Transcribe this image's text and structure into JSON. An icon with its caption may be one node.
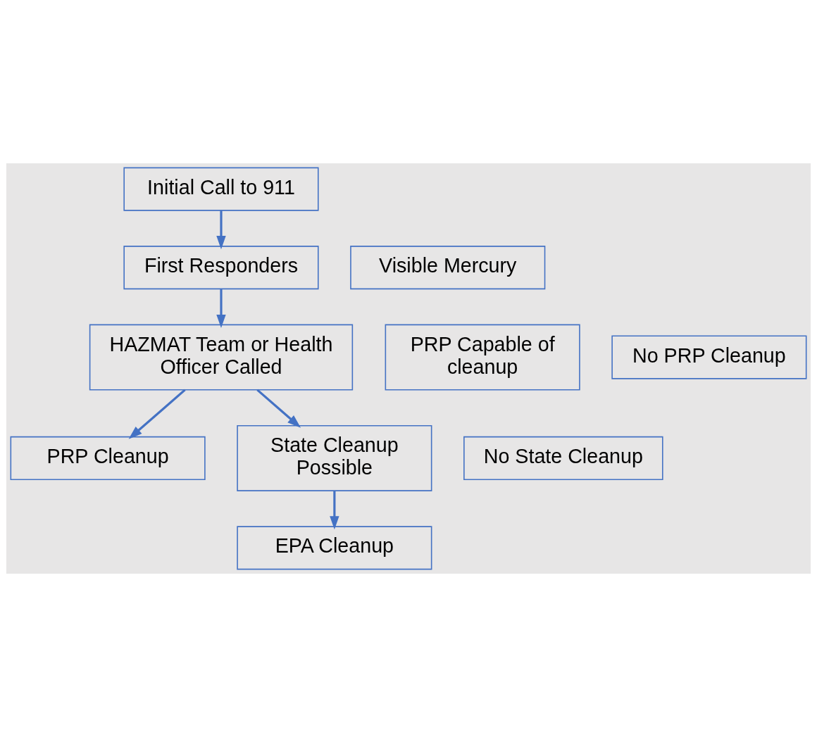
{
  "diagram": {
    "nodes": [
      {
        "text": [
          "Initial Call to 911"
        ]
      },
      {
        "text": [
          "First Responders"
        ]
      },
      {
        "text": [
          "Visible Mercury"
        ]
      },
      {
        "text": [
          "HAZMAT Team or Health Officer Called"
        ]
      },
      {
        "text": [
          "PRP Capable of cleanup"
        ]
      },
      {
        "text": [
          "PRP Cleanup"
        ]
      },
      {
        "text": [
          "No PRP Cleanup"
        ]
      },
      {
        "text": [
          "State Cleanup Possible"
        ]
      },
      {
        "text": [
          "No State Cleanup"
        ]
      },
      {
        "text": [
          "EPA Cleanup"
        ]
      }
    ],
    "edges": [
      {
        "from": 0,
        "to": 1,
        "arrow": "to"
      },
      {
        "from": 1,
        "to": 3,
        "arrow": "to"
      },
      {
        "from": 3,
        "to": 5,
        "arrow": "to"
      },
      {
        "from": 3,
        "to": 7,
        "arrow": "to"
      },
      {
        "from": 7,
        "to": 9,
        "arrow": "to"
      }
    ]
  }
}
